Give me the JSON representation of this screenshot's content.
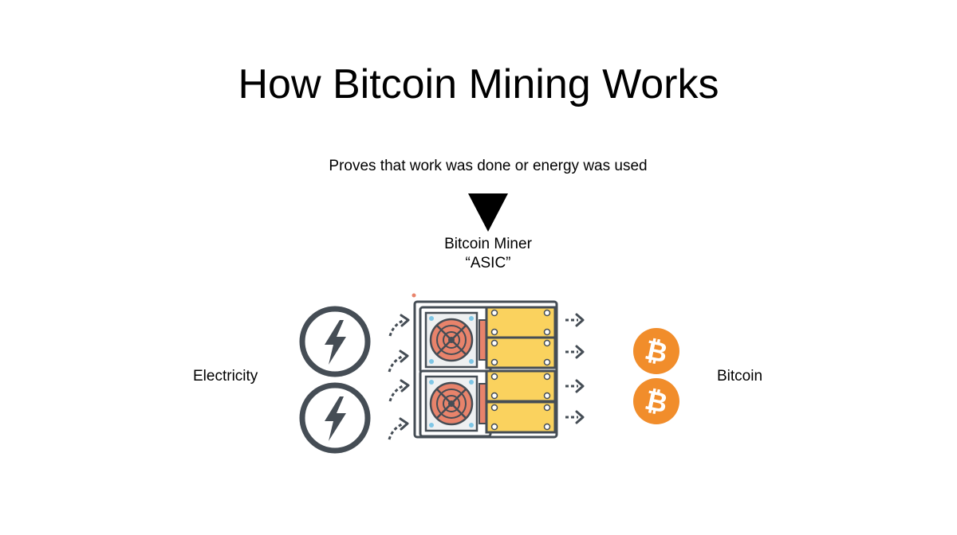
{
  "title": "How Bitcoin Mining Works",
  "note": "Proves that work was done or energy was used",
  "miner": {
    "line1": "Bitcoin Miner",
    "line2": "“ASIC”"
  },
  "input_label": "Electricity",
  "output_label": "Bitcoin",
  "colors": {
    "outline": "#454d55",
    "fan_orange": "#e8836b",
    "board_yellow": "#fad25e",
    "bitcoin_orange": "#f18d2b",
    "accent_blue": "#7fc6e5"
  },
  "icons": [
    "lightning-icon",
    "asic-miner-icon",
    "bitcoin-icon",
    "dotted-arrow-icon"
  ]
}
